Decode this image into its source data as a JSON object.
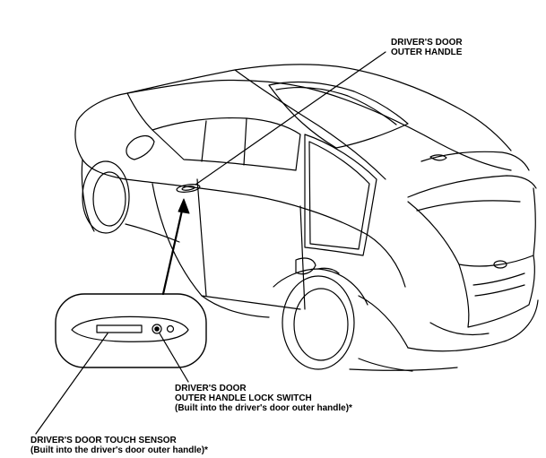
{
  "labels": {
    "outer_handle": {
      "line1": "DRIVER'S DOOR",
      "line2": "OUTER HANDLE"
    },
    "lock_switch": {
      "line1": "DRIVER'S DOOR",
      "line2": "OUTER HANDLE LOCK SWITCH",
      "line3": "(Built into the driver's door outer handle)*"
    },
    "touch_sensor": {
      "line1": "DRIVER'S DOOR TOUCH SENSOR",
      "line2": "(Built into the driver's door outer handle)*"
    }
  },
  "colors": {
    "line": "#000000",
    "background": "#ffffff"
  }
}
